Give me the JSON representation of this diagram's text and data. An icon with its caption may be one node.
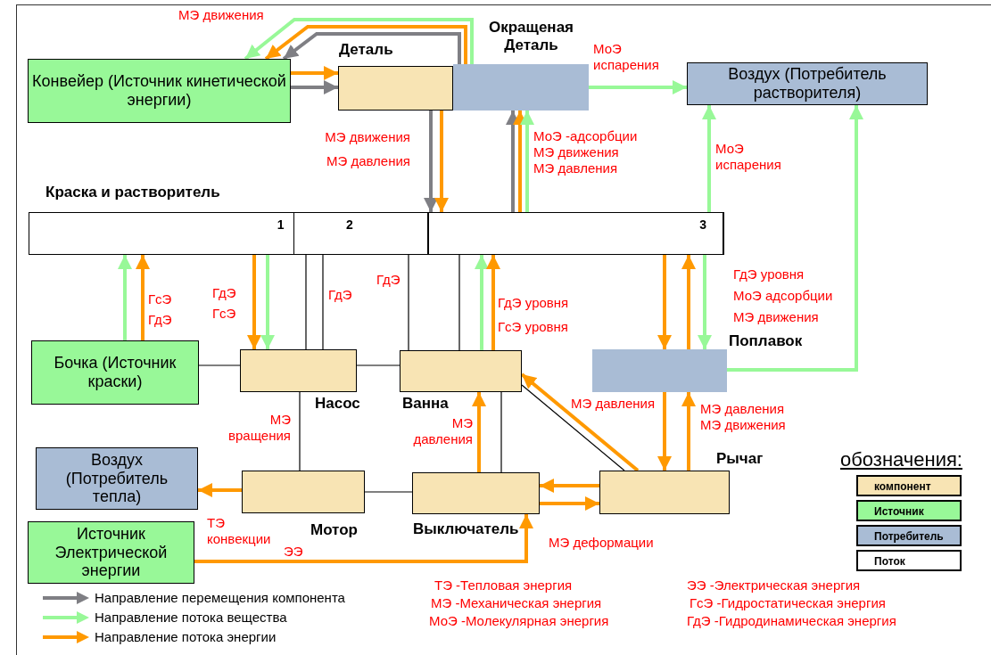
{
  "diagram": {
    "nodes": [
      {
        "text": [
          "Конвейер (Источник кинетической энергии)"
        ]
      },
      {
        "text": [
          "Деталь"
        ]
      },
      {
        "text": [
          "Окращеная Деталь"
        ]
      },
      {
        "text": [
          "Воздух (Потребитель растворителя)"
        ]
      },
      {
        "text": [
          "Краска и растворитель"
        ]
      },
      {
        "text": [
          "1"
        ],
        "in": 4
      },
      {
        "text": [
          "2"
        ],
        "in": 4
      },
      {
        "text": [
          "3"
        ],
        "in": 4
      },
      {
        "text": [
          "Бочка (Источник краски)"
        ]
      },
      {
        "text": [
          "Насос"
        ]
      },
      {
        "text": [
          "Ванна"
        ]
      },
      {
        "text": [
          "Поплавок"
        ]
      },
      {
        "text": [
          "Воздух (Потребитель тепла)"
        ]
      },
      {
        "text": [
          "Мотор"
        ]
      },
      {
        "text": [
          "Выключатель"
        ]
      },
      {
        "text": [
          "Рычаг"
        ]
      },
      {
        "text": [
          "Источник Электрической энергии"
        ]
      }
    ],
    "edges": [
      {
        "from": 0,
        "to": 1,
        "arrow": "to",
        "color": "#7f7f84"
      },
      {
        "from": 0,
        "to": 1,
        "arrow": "to",
        "color": "#ff9900"
      },
      {
        "from": 1,
        "to": 7,
        "arrow": "to",
        "color": "#7f7f84"
      },
      {
        "from": 1,
        "to": 7,
        "arrow": "to",
        "color": "#ff9900",
        "label": "МЭ движения МЭ давления"
      },
      {
        "from": 7,
        "to": 2,
        "arrow": "to",
        "color": "#7f7f84"
      },
      {
        "from": 7,
        "to": 2,
        "arrow": "to",
        "color": "#ff9900",
        "label": "МоЭ -адсорбции МЭ движения МЭ давления"
      },
      {
        "from": 7,
        "to": 2,
        "arrow": "to",
        "color": "#98f898"
      },
      {
        "from": 2,
        "to": 0,
        "arrow": "to",
        "color": "#7f7f84"
      },
      {
        "from": 2,
        "to": 0,
        "arrow": "to",
        "color": "#ff9900"
      },
      {
        "from": 2,
        "to": 0,
        "arrow": "to",
        "color": "#98f898",
        "label": "МЭ движения"
      },
      {
        "from": 2,
        "to": 3,
        "arrow": "to",
        "color": "#98f898",
        "label": "МоЭ испарения"
      },
      {
        "from": 7,
        "to": 3,
        "arrow": "to",
        "color": "#98f898",
        "label": "МоЭ испарения"
      },
      {
        "from": 11,
        "to": 3,
        "arrow": "to",
        "color": "#98f898"
      },
      {
        "from": 8,
        "to": 5,
        "arrow": "to",
        "color": "#98f898"
      },
      {
        "from": 8,
        "to": 5,
        "arrow": "to",
        "color": "#ff9900",
        "label": "ГсЭ ГдЭ"
      },
      {
        "from": 5,
        "to": 9,
        "arrow": "to",
        "color": "#ff9900",
        "label": "ГдЭ ГсЭ"
      },
      {
        "from": 5,
        "to": 9,
        "arrow": "to",
        "color": "#98f898"
      },
      {
        "from": 8,
        "to": 9,
        "arrow": "none",
        "color": "#000000"
      },
      {
        "from": 9,
        "to": 10,
        "arrow": "none",
        "color": "#000000"
      },
      {
        "from": 9,
        "to": 6,
        "arrow": "none",
        "color": "#000000"
      },
      {
        "from": 9,
        "to": 6,
        "arrow": "none",
        "color": "#000000",
        "label": "ГдЭ"
      },
      {
        "from": 10,
        "to": 6,
        "arrow": "none",
        "color": "#000000",
        "label": "ГдЭ"
      },
      {
        "from": 10,
        "to": 7,
        "arrow": "none",
        "color": "#000000"
      },
      {
        "from": 9,
        "to": 13,
        "arrow": "none",
        "color": "#000000",
        "label": "МЭ вращения"
      },
      {
        "from": 13,
        "to": 14,
        "arrow": "none",
        "color": "#000000"
      },
      {
        "from": 10,
        "to": 14,
        "arrow": "none",
        "color": "#000000"
      },
      {
        "from": 10,
        "to": 15,
        "arrow": "none",
        "color": "#000000"
      },
      {
        "from": 10,
        "to": 7,
        "arrow": "to",
        "color": "#98f898"
      },
      {
        "from": 10,
        "to": 7,
        "arrow": "to",
        "color": "#ff9900",
        "label": "ГдЭ уровня ГсЭ уровня"
      },
      {
        "from": 7,
        "to": 11,
        "arrow": "to",
        "color": "#ff9900"
      },
      {
        "from": 11,
        "to": 7,
        "arrow": "to",
        "color": "#ff9900"
      },
      {
        "from": 7,
        "to": 11,
        "arrow": "to",
        "color": "#98f898",
        "label": "ГдЭ уровня МоЭ адсорбции МЭ движения"
      },
      {
        "from": 11,
        "to": 15,
        "arrow": "to",
        "color": "#ff9900"
      },
      {
        "from": 15,
        "to": 11,
        "arrow": "to",
        "color": "#ff9900",
        "label": "МЭ давления МЭ движения"
      },
      {
        "from": 15,
        "to": 10,
        "arrow": "to",
        "color": "#ff9900",
        "label": "МЭ давления"
      },
      {
        "from": 14,
        "to": 10,
        "arrow": "to",
        "color": "#ff9900",
        "label": "МЭ давления"
      },
      {
        "from": 15,
        "to": 14,
        "arrow": "to",
        "color": "#ff9900"
      },
      {
        "from": 14,
        "to": 15,
        "arrow": "to",
        "color": "#ff9900",
        "label": "МЭ деформации"
      },
      {
        "from": 16,
        "to": 14,
        "arrow": "to",
        "color": "#ff9900",
        "label": "ЭЭ"
      },
      {
        "from": 13,
        "to": 12,
        "arrow": "to",
        "color": "#ff9900",
        "label": "ТЭ конвекции"
      }
    ],
    "labels": [
      "обозначения:",
      "ТЭ -Тепловая энергия",
      "ЭЭ -Электрическая энергия",
      "МЭ -Механическая энергия",
      "ГсЭ -Гидростатическая энергия",
      "МоЭ -Молекулярная энергия",
      "ГдЭ -Гидродинамическая энергия"
    ],
    "legend": [
      {
        "text": "компонент",
        "color": "#f8e4b4"
      },
      {
        "text": "Источник",
        "color": "#98f898"
      },
      {
        "text": "Потребитель",
        "color": "#a9bcd5"
      },
      {
        "text": "Поток",
        "color": "#ffffff"
      },
      {
        "text": "Направление перемещения компонента"
      },
      {
        "text": "Направление потока вещества"
      },
      {
        "text": "Направление потока энергии"
      }
    ]
  }
}
